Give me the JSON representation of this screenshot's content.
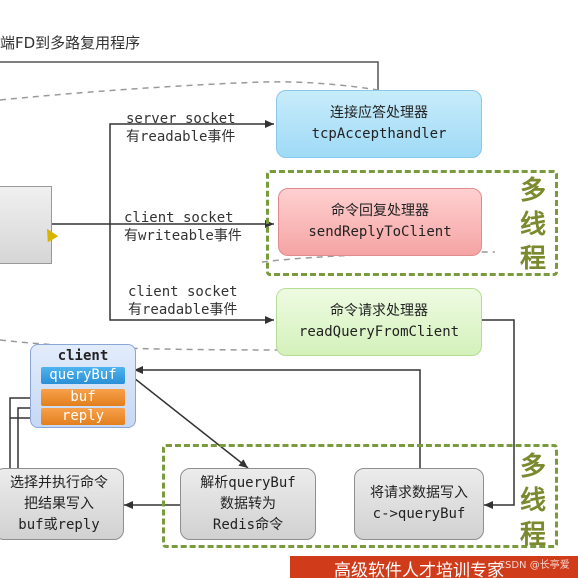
{
  "top_note": "端FD到多路复用程序",
  "edges": {
    "accept": {
      "line1": "server socket",
      "line2": "有readable事件"
    },
    "reply": {
      "line1": "client socket",
      "line2": "有writeable事件"
    },
    "query": {
      "line1": "client socket",
      "line2": "有readable事件"
    }
  },
  "handlers": {
    "accept": {
      "title": "连接应答处理器",
      "code": "tcpAccepthandler"
    },
    "reply": {
      "title": "命令回复处理器",
      "code": "sendReplyToClient"
    },
    "query": {
      "title": "命令请求处理器",
      "code": "readQueryFromClient"
    }
  },
  "multithread_label": [
    "多",
    "线",
    "程"
  ],
  "client": {
    "title": "client",
    "fields": [
      "queryBuf",
      "buf",
      "reply"
    ]
  },
  "steps": {
    "execute": [
      "选择并执行命令",
      "把结果写入",
      "buf或reply"
    ],
    "parse": [
      "解析queryBuf",
      "数据转为",
      "Redis命令"
    ],
    "write": [
      "将请求数据写入",
      "c->queryBuf"
    ]
  },
  "banner": "高级软件人才培训专家",
  "watermark": "CSDN @长亭爱"
}
